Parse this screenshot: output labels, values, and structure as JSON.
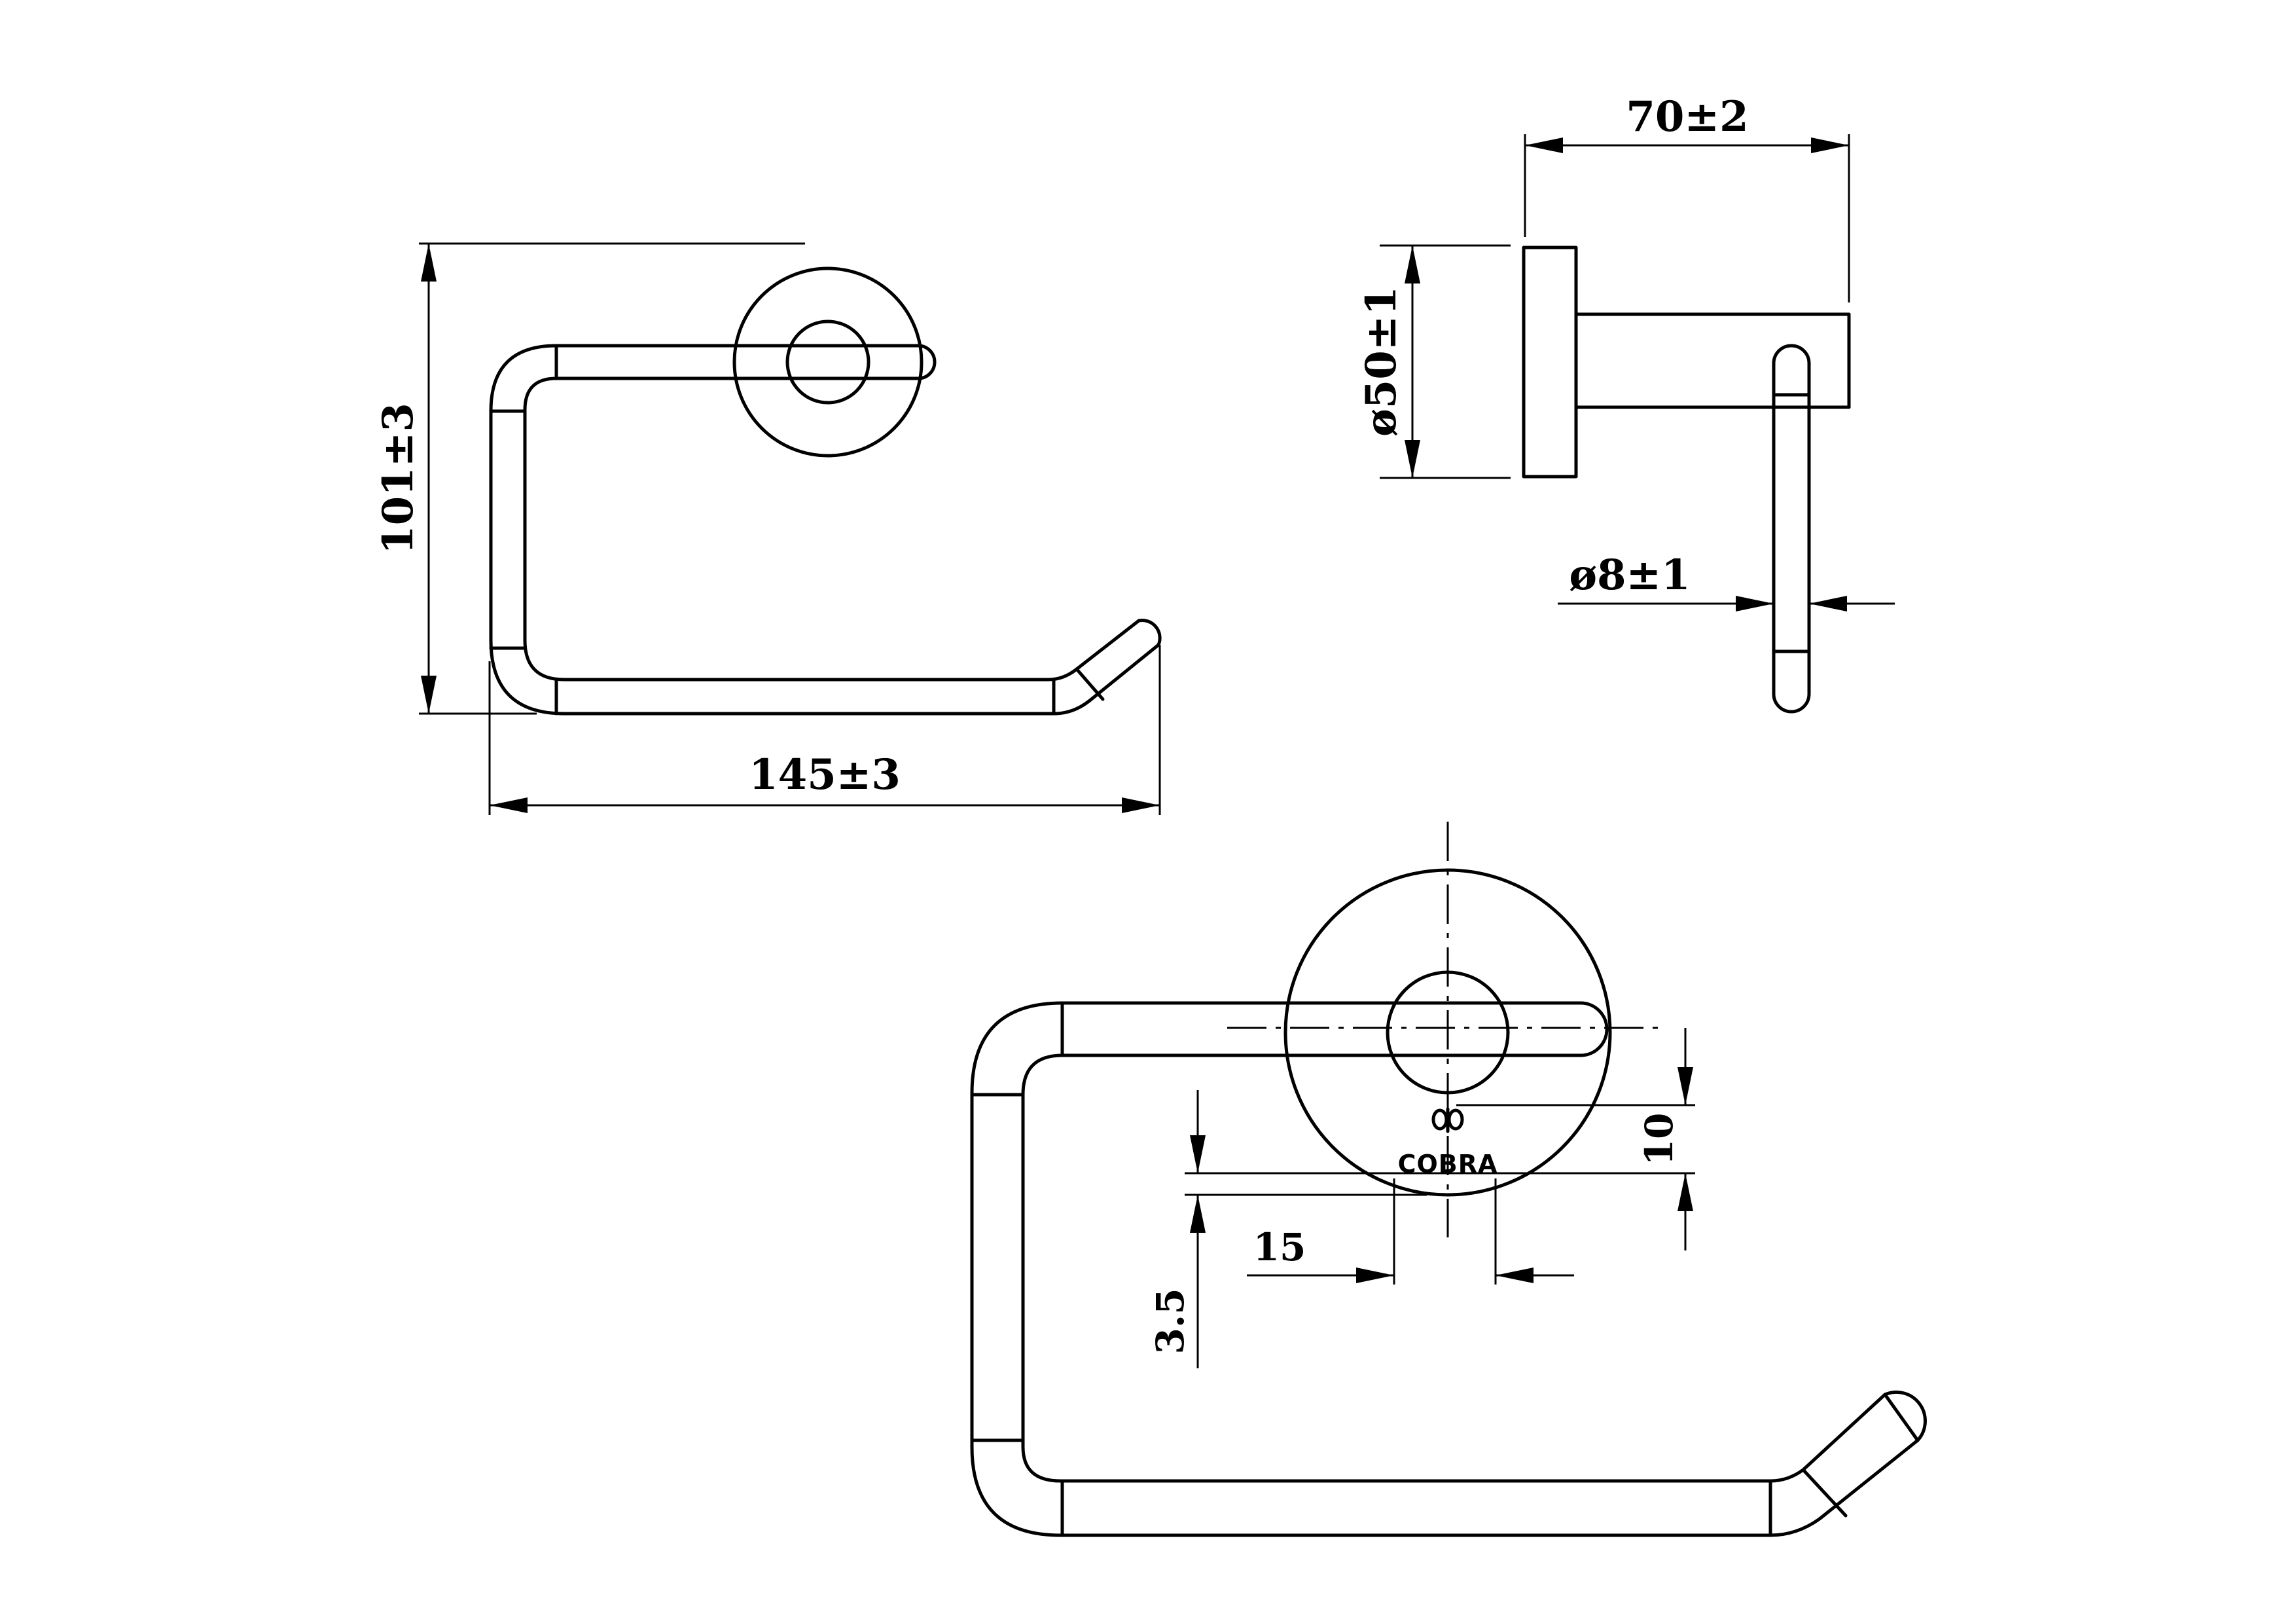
{
  "drawing": {
    "dimensions": {
      "front_height": "101±3",
      "front_width": "145±3",
      "side_depth": "70±2",
      "side_base_diameter": "ø50±1",
      "side_rod_diameter": "ø8±1",
      "detail_height": "10",
      "detail_offset": "3.5",
      "detail_width": "15"
    },
    "brand": "COBRA"
  }
}
